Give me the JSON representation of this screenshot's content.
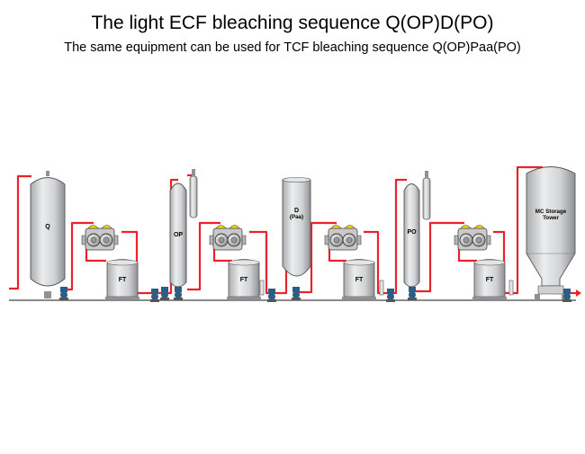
{
  "title": "The light ECF bleaching sequence Q(OP)D(PO)",
  "subtitle": "The same equipment can be used for TCF bleaching sequence Q(OP)Paa(PO)",
  "labels": {
    "q_tower": "Q",
    "op_tower": "OP",
    "d_tower_line1": "D",
    "d_tower_line2": "(Paa)",
    "po_tower": "PO",
    "ft": "FT",
    "storage_line1": "MC Storage",
    "storage_line2": "Tower"
  },
  "colors": {
    "pipe_red": "#e8232b",
    "tank_fill": "#d9dadc",
    "tank_stroke": "#555555",
    "pump_blue": "#2c5d86",
    "washer_yellow": "#f2d100",
    "ground_line": "#444444"
  }
}
